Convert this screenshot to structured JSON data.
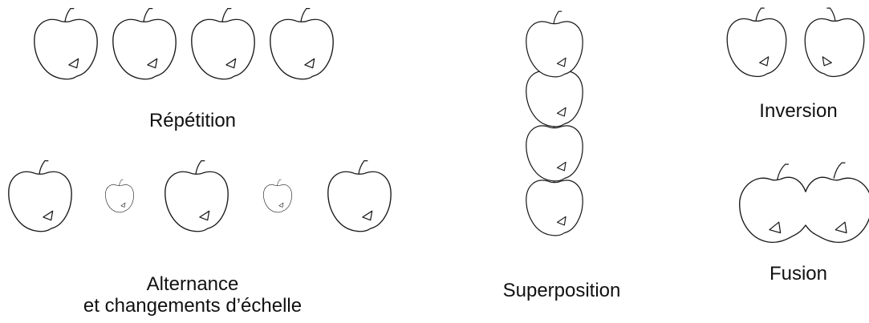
{
  "labels": {
    "repetition": "Répétition",
    "alternance_line1": "Alternance",
    "alternance_line2": "et changements d’échelle",
    "superposition": "Superposition",
    "inversion": "Inversion",
    "fusion": "Fusion"
  },
  "colors": {
    "stroke": "#1a1a1a",
    "small_stroke": "#555555",
    "background": "#ffffff"
  }
}
